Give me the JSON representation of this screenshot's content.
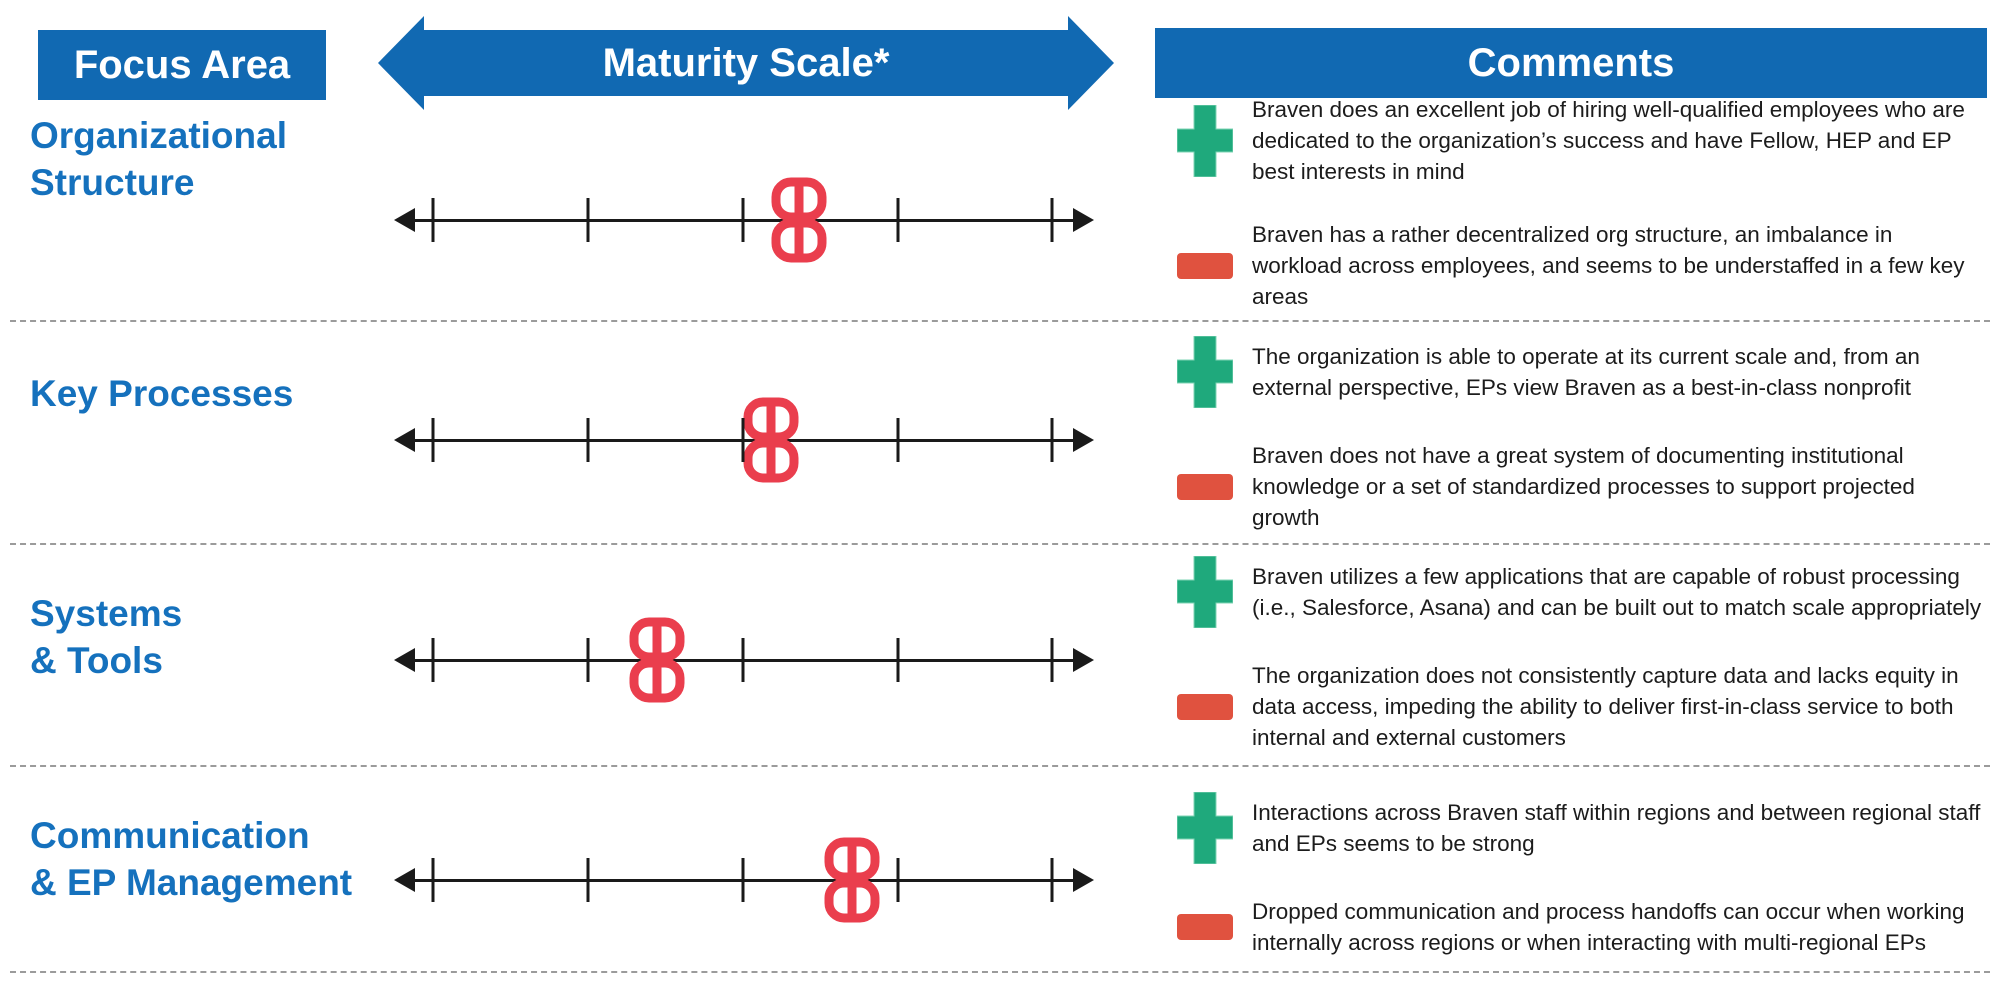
{
  "header": {
    "focus_area": "Focus Area",
    "maturity_scale": "Maturity Scale*",
    "comments": "Comments"
  },
  "colors": {
    "header_blue": "#1169B2",
    "label_blue": "#1571BD",
    "positive_green": "#1FA97C",
    "negative_red": "#E0523F",
    "marker_red": "#EA3E4D"
  },
  "scale": {
    "tick_count": 5,
    "tick_positions": [
      0.056,
      0.277,
      0.498,
      0.72,
      0.94
    ]
  },
  "rows": [
    {
      "focus_area": "Organizational Structure",
      "focus_lines": [
        "Organizational",
        "Structure"
      ],
      "marker_position": 0.578,
      "positive": "Braven does an excellent job of hiring well-qualified employees who are dedicated to the organization’s success and have Fellow, HEP and EP best interests in mind",
      "negative": "Braven has a rather decentralized org structure, an imbalance in workload across employees, and seems to be understaffed in a few key areas"
    },
    {
      "focus_area": "Key Processes",
      "focus_lines": [
        "Key Processes"
      ],
      "marker_position": 0.538,
      "positive": "The organization is able to operate at its current scale and, from an external perspective, EPs view Braven as a best-in-class nonprofit",
      "negative": "Braven does not have a great system of documenting institutional knowledge or a set of standardized processes to support projected growth"
    },
    {
      "focus_area": "Systems & Tools",
      "focus_lines": [
        "Systems",
        "& Tools"
      ],
      "marker_position": 0.376,
      "positive": "Braven utilizes a few applications that are capable of robust processing (i.e., Salesforce, Asana) and can be built out to match scale appropriately",
      "negative": "The organization does not consistently capture data and lacks equity in data access, impeding the ability to deliver first-in-class service to both internal and external customers"
    },
    {
      "focus_area": "Communication & EP Management",
      "focus_lines": [
        "Communication",
        "& EP Management"
      ],
      "marker_position": 0.654,
      "positive": "Interactions across Braven staff within regions and between regional staff and EPs seems to be strong",
      "negative": "Dropped communication and process handoffs can occur when working internally across regions or when interacting with multi-regional EPs"
    }
  ]
}
